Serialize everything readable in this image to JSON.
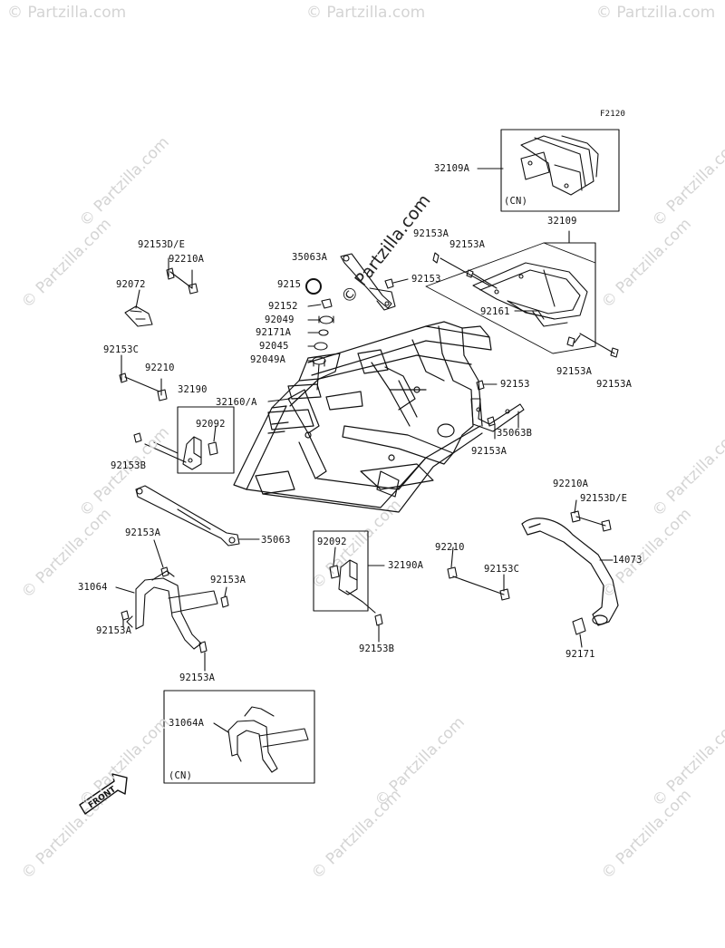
{
  "figure_code": "F2120",
  "watermarks": {
    "corner_text": "© Partzilla.com",
    "diagonal_text": "© Partzilla.com",
    "center_text": "© Partzilla.com"
  },
  "inset_note": "(CN)",
  "front_arrow": "FRONT",
  "parts": {
    "p32109A": "32109A",
    "p32109": "32109",
    "p92153DE_1": "92153D/E",
    "p92210A_1": "92210A",
    "p92072": "92072",
    "p35063A": "35063A",
    "p9215x": "9215",
    "p92153_1": "92153",
    "p92152": "92152",
    "p92049": "92049",
    "p92171A": "92171A",
    "p92045": "92045",
    "p92049A": "92049A",
    "p92153A_1": "92153A",
    "p92153A_2": "92153A",
    "p92161": "92161",
    "p92153A_3": "92153A",
    "p92153A_4": "92153A",
    "p92153C_1": "92153C",
    "p92210_1": "92210",
    "p32190": "32190",
    "p32160A": "32160/A",
    "p92092_1": "92092",
    "p92153B_1": "92153B",
    "p92153_2": "92153",
    "p35063B": "35063B",
    "p92153A_5": "92153A",
    "p35063": "35063",
    "p92153A_6": "92153A",
    "p31064": "31064",
    "p92153A_7": "92153A",
    "p92153A_8": "92153A",
    "p92153A_9": "92153A",
    "p92092_2": "92092",
    "p32190A": "32190A",
    "p92153B_2": "92153B",
    "p92210_2": "92210",
    "p92153C_2": "92153C",
    "p92210A_2": "92210A",
    "p92153DE_2": "92153D/E",
    "p14073": "14073",
    "p92171": "92171",
    "p31064A": "31064A"
  }
}
